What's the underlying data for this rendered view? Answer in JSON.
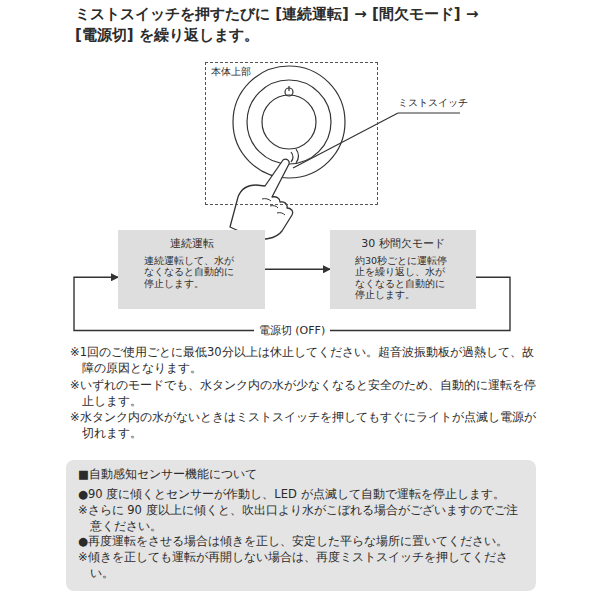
{
  "diagram": {
    "title": "ミストスイッチを押すたびに [連続運転] → [間欠モード] → [電源切] を繰り返します。",
    "nodes": [
      {
        "text": [
          "本体上部"
        ]
      },
      {
        "text": [
          "連続運転",
          "連続運転して、水がなくなると自動的に停止します。"
        ]
      },
      {
        "text": [
          "30 秒間欠モード",
          "約30秒ごとに運転停止を繰り返し、水がなくなると自動的に停止します。"
        ]
      },
      {
        "text": [
          "■自動感知センサー機能について",
          "●90 度に傾くとセンサーが作動し、LED が点滅して自動で運転を停止します。",
          "※さらに 90 度以上に傾くと、吹出口より水がこぼれる場合がございますのでご注意ください。",
          "●再度運転をさせる場合は傾きを正し、安定した平らな場所に置いてください。",
          "※傾きを正しても運転が再開しない場合は、再度ミストスイッチを押してください。"
        ]
      }
    ],
    "edges": [
      {
        "from": 1,
        "to": 2,
        "arrow": "to"
      },
      {
        "from": 2,
        "to": 1,
        "label": "電源切 (OFF)",
        "arrow": "to"
      }
    ],
    "labels": [
      "ミストスイッチ",
      "※1回のご使用ごとに最低30分以上は休止してください。超音波振動板が過熱して、故障の原因となります。",
      "※いずれのモードでも、水タンク内の水が少なくなると安全のため、自動的に運転を停止します。",
      "※水タンク内の水がないときはミストスイッチを押してもすぐにライトが点滅し電源が切れます。"
    ]
  }
}
